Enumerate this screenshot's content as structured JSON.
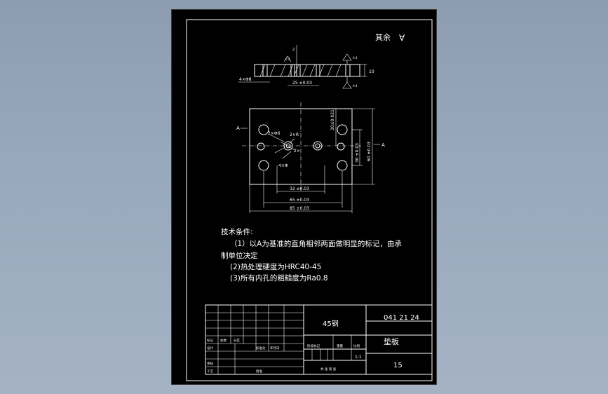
{
  "roughness": {
    "note": "其余",
    "symbol": "∀"
  },
  "section_view": {
    "dim_left": "4×Φ8",
    "dim_bottom": "25 ±0.03",
    "dim_height": "10",
    "dim_top": "2",
    "small_labels": [
      "0.4",
      "0.4",
      "0.4"
    ]
  },
  "plan_view": {
    "section_mark_left": "A",
    "section_mark_right": "A",
    "hole_label_1": "2×Φ6",
    "hole_label_2": "2×R",
    "hole_label_3": "2×",
    "hole_label_4": "4×Φ",
    "vdim_top": "20±0.021",
    "vdim_right_1": "30 ±0.03",
    "vdim_right_2": "60 ±0.03",
    "hdim_1": "32 ±0.03",
    "hdim_2": "65 ±0.03",
    "hdim_3": "85 ±0.03"
  },
  "tech_notes": {
    "heading": "技术条件:",
    "line1": "（1）以A为基准的直角相邻两面做明显的标记，由承",
    "line2": "制单位决定",
    "line3": "(2)热处理硬度为HRC40-45",
    "line4": "(3)所有内孔的粗糙度为Ra0.8"
  },
  "title_block": {
    "material": "45钢",
    "drawing_no": "041 21 24",
    "part_name": "垫板",
    "scale": "1:1",
    "sheet_no": "15",
    "small_row1": [
      "标记",
      "处数",
      "分区"
    ],
    "small_row2": [
      "设计",
      "标准化",
      "年月日"
    ],
    "small_row3": [
      "审核"
    ],
    "small_row4": [
      "工艺",
      "批准"
    ],
    "stage_header": [
      "阶段标记",
      "重量",
      "比例"
    ],
    "share_text": "共 张 第 张"
  }
}
